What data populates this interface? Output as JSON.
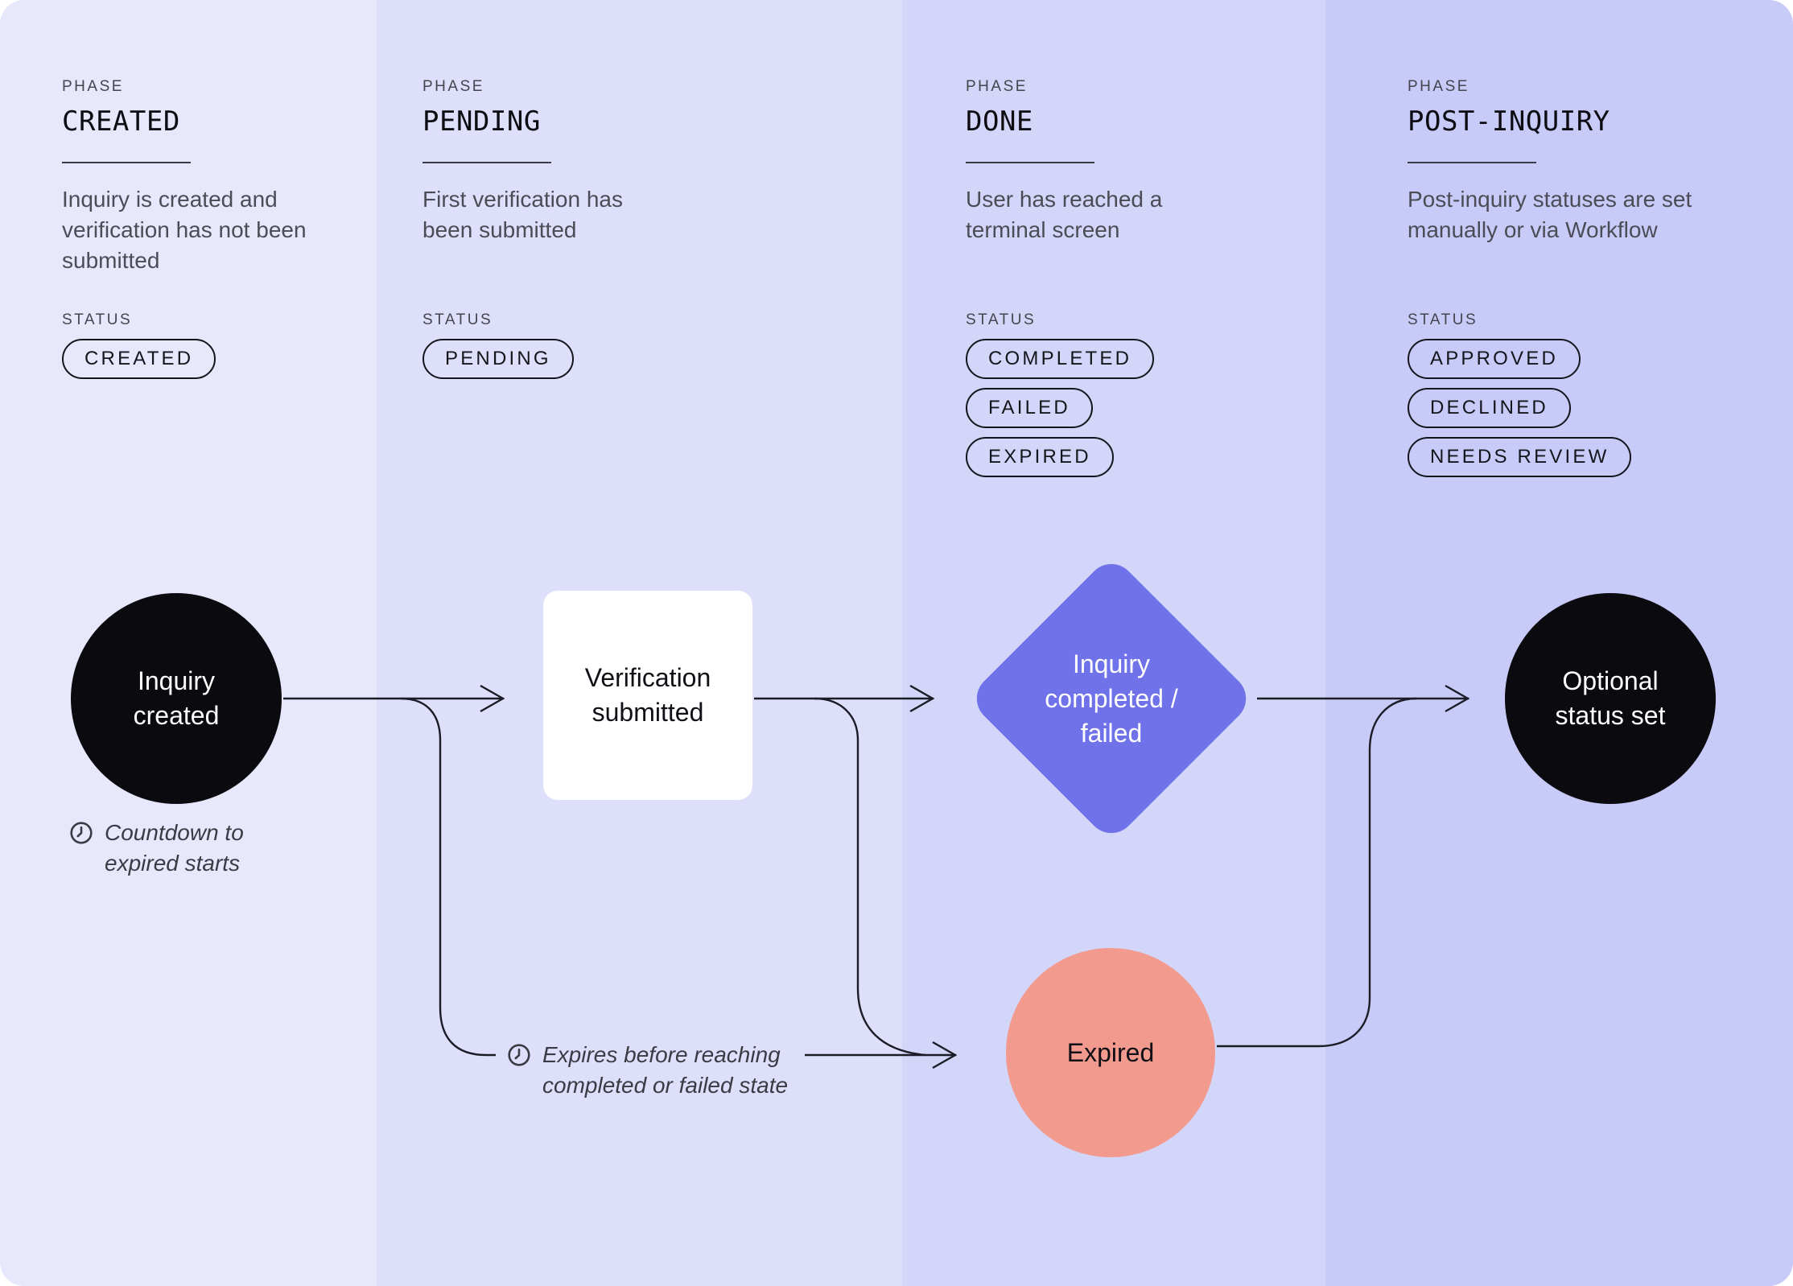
{
  "canvas": {
    "line_color": "#1c1c26",
    "ink_color": "#15151c",
    "corner_radius": "30px"
  },
  "columns": [
    {
      "phase_label": "PHASE",
      "title": "CREATED",
      "description": "Inquiry is created and verification has not been submitted",
      "status_label": "STATUS",
      "statuses": [
        "CREATED"
      ],
      "bg": "#e7e8fc"
    },
    {
      "phase_label": "PHASE",
      "title": "PENDING",
      "description": "First verification has been submitted",
      "status_label": "STATUS",
      "statuses": [
        "PENDING"
      ],
      "bg": "#dedffb"
    },
    {
      "phase_label": "PHASE",
      "title": "DONE",
      "description": "User has reached a terminal screen",
      "status_label": "STATUS",
      "statuses": [
        "COMPLETED",
        "FAILED",
        "EXPIRED"
      ],
      "bg": "#d3d5f9"
    },
    {
      "phase_label": "PHASE",
      "title": "POST-INQUIRY",
      "description": "Post-inquiry statuses are set manually or via Workflow",
      "status_label": "STATUS",
      "statuses": [
        "APPROVED",
        "DECLINED",
        "NEEDS REVIEW"
      ],
      "bg": "#c8cbf8"
    }
  ],
  "nodes": {
    "inquiry_created": {
      "label": "Inquiry created",
      "shape": "circle",
      "fill": "#0a0a0f",
      "text_color": "#ffffff"
    },
    "verification_submitted": {
      "label": "Verification submitted",
      "shape": "rounded-square",
      "fill": "#ffffff",
      "text_color": "#101016"
    },
    "inquiry_completed_failed": {
      "label": "Inquiry completed / failed",
      "shape": "diamond",
      "fill": "#6f72e9",
      "text_color": "#ffffff"
    },
    "expired": {
      "label": "Expired",
      "shape": "circle",
      "fill": "#f29a8e",
      "text_color": "#101016"
    },
    "optional_status_set": {
      "label": "Optional status set",
      "shape": "circle",
      "fill": "#0a0a0f",
      "text_color": "#ffffff"
    }
  },
  "notes": {
    "countdown": {
      "icon": "clock-icon",
      "line1": "Countdown to",
      "line2": "expired starts"
    },
    "expires": {
      "icon": "clock-icon",
      "line1": "Expires before reaching",
      "line2": "completed or failed state"
    }
  }
}
